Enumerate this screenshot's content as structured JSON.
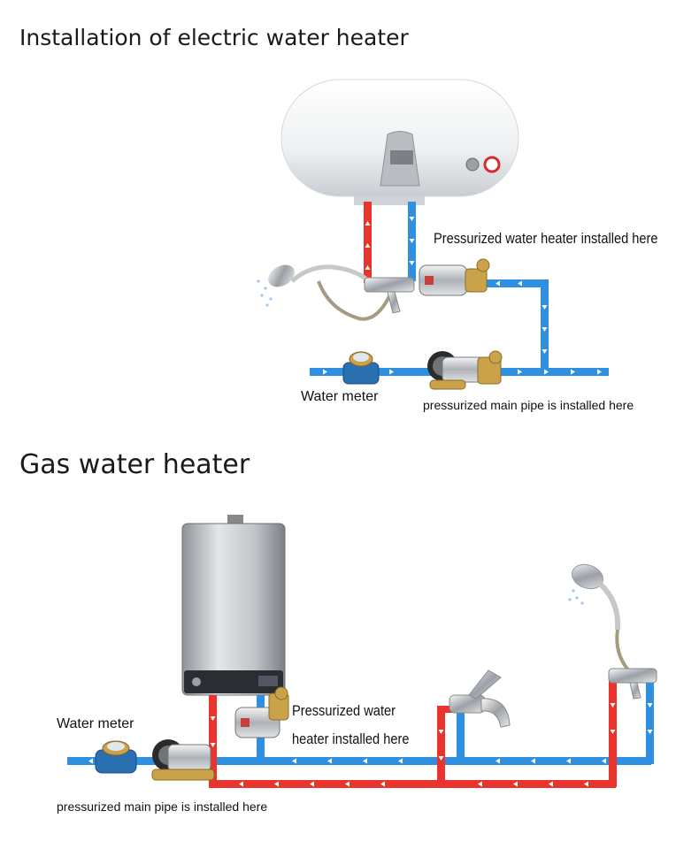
{
  "titles": {
    "electric": "Installation of electric water heater",
    "gas": "Gas water heater"
  },
  "electric_labels": {
    "pump_here": "Pressurized water heater installed here",
    "water_meter": "Water meter",
    "main_pipe": "pressurized main pipe is installed here"
  },
  "gas_labels": {
    "water_meter": "Water meter",
    "pump_here_line1": "Pressurized water",
    "pump_here_line2": "heater installed here",
    "main_pipe": "pressurized main pipe is installed here"
  },
  "colors": {
    "hot_pipe": "#e8342c",
    "cold_pipe": "#2f8fe0",
    "brass": "#c9a24a"
  }
}
